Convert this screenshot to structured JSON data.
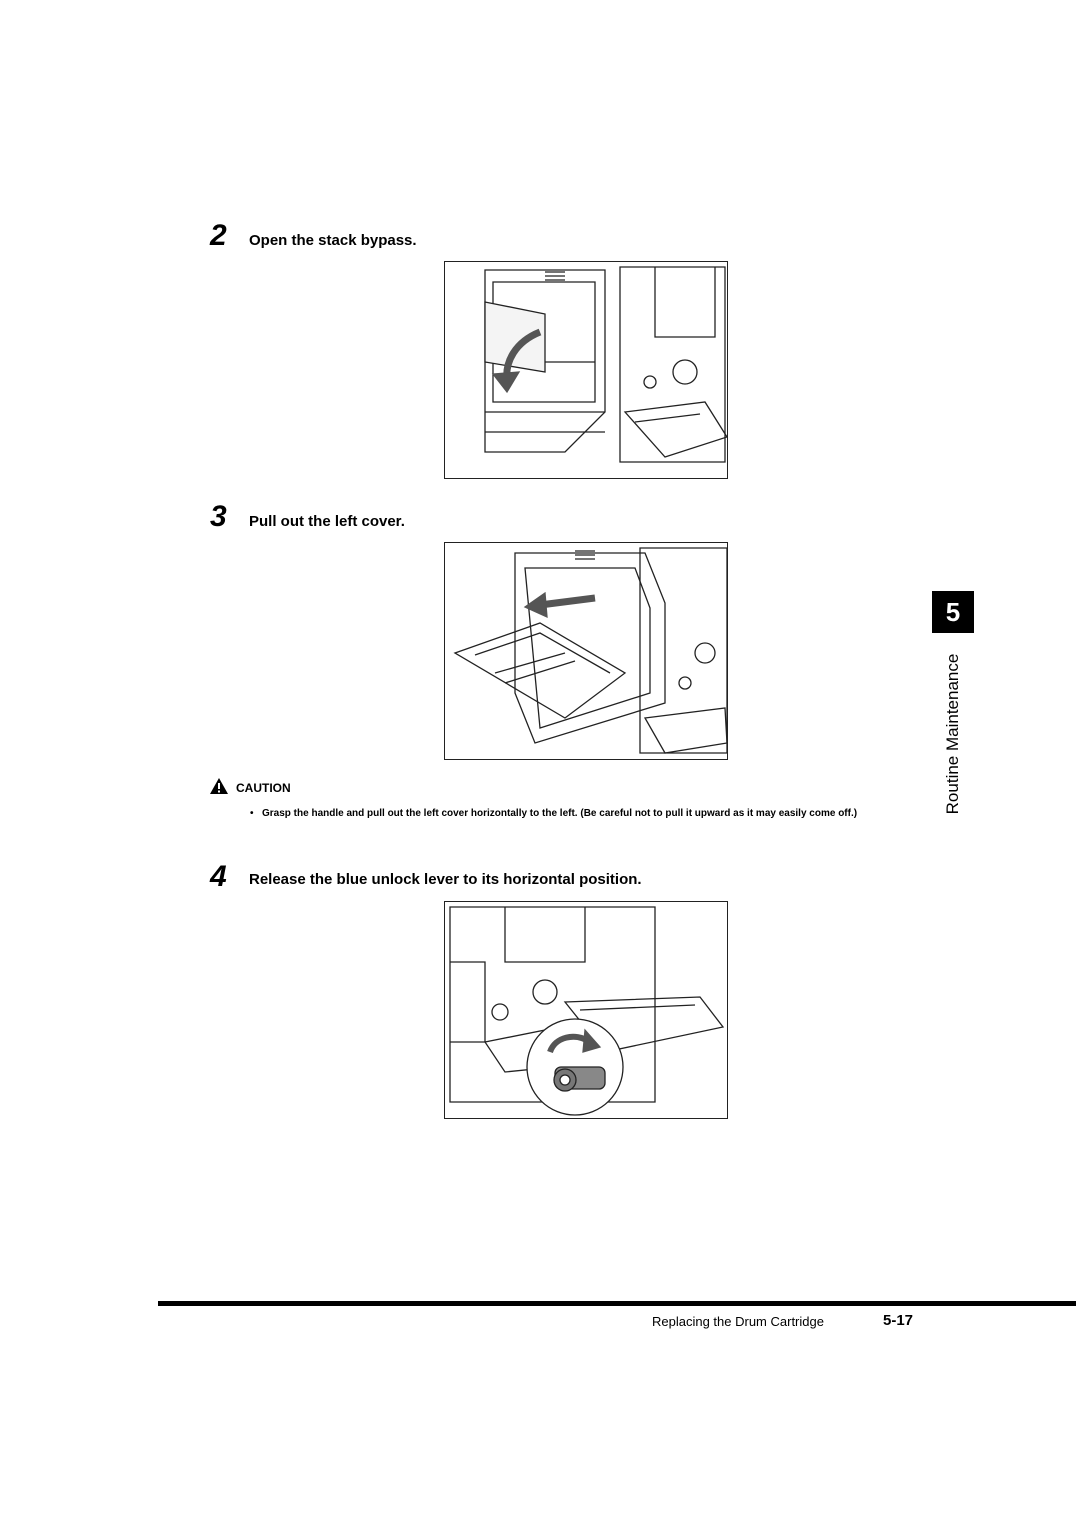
{
  "steps": [
    {
      "number": "2",
      "text": "Open the stack bypass."
    },
    {
      "number": "3",
      "text": "Pull out the left cover."
    },
    {
      "number": "4",
      "text": "Release the blue unlock lever to its horizontal position."
    }
  ],
  "caution": {
    "heading": "CAUTION",
    "bullet": "•",
    "text": "Grasp the handle and pull out the left cover horizontally to the left. (Be careful not to pull it upward as it may easily come off.)"
  },
  "side_tab": {
    "chapter_number": "5",
    "chapter_title": "Routine Maintenance"
  },
  "footer": {
    "section_title": "Replacing the Drum Cartridge",
    "page_number": "5-17"
  }
}
